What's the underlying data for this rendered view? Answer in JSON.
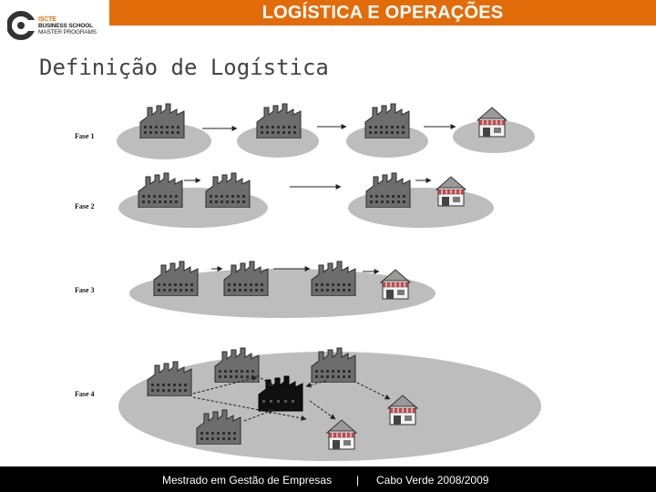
{
  "header": {
    "title": "LOGÍSTICA E OPERAÇÕES",
    "logo": {
      "line1": "ISCTE",
      "line2": "BUSINESS SCHOOL",
      "line3": "MASTER PROGRAMS"
    }
  },
  "slide": {
    "title": "Definição de Logística"
  },
  "diagram": {
    "phases": [
      "Fase 1",
      "Fase 2",
      "Fase 3",
      "Fase 4"
    ]
  },
  "footer": {
    "course": "Mestrado em Gestão de Empresas",
    "separator": "|",
    "place": "Cabo Verde 2008/2009"
  },
  "colors": {
    "accent": "#e36c0a",
    "footer": "#000000",
    "platform": "#bdbdbd"
  }
}
